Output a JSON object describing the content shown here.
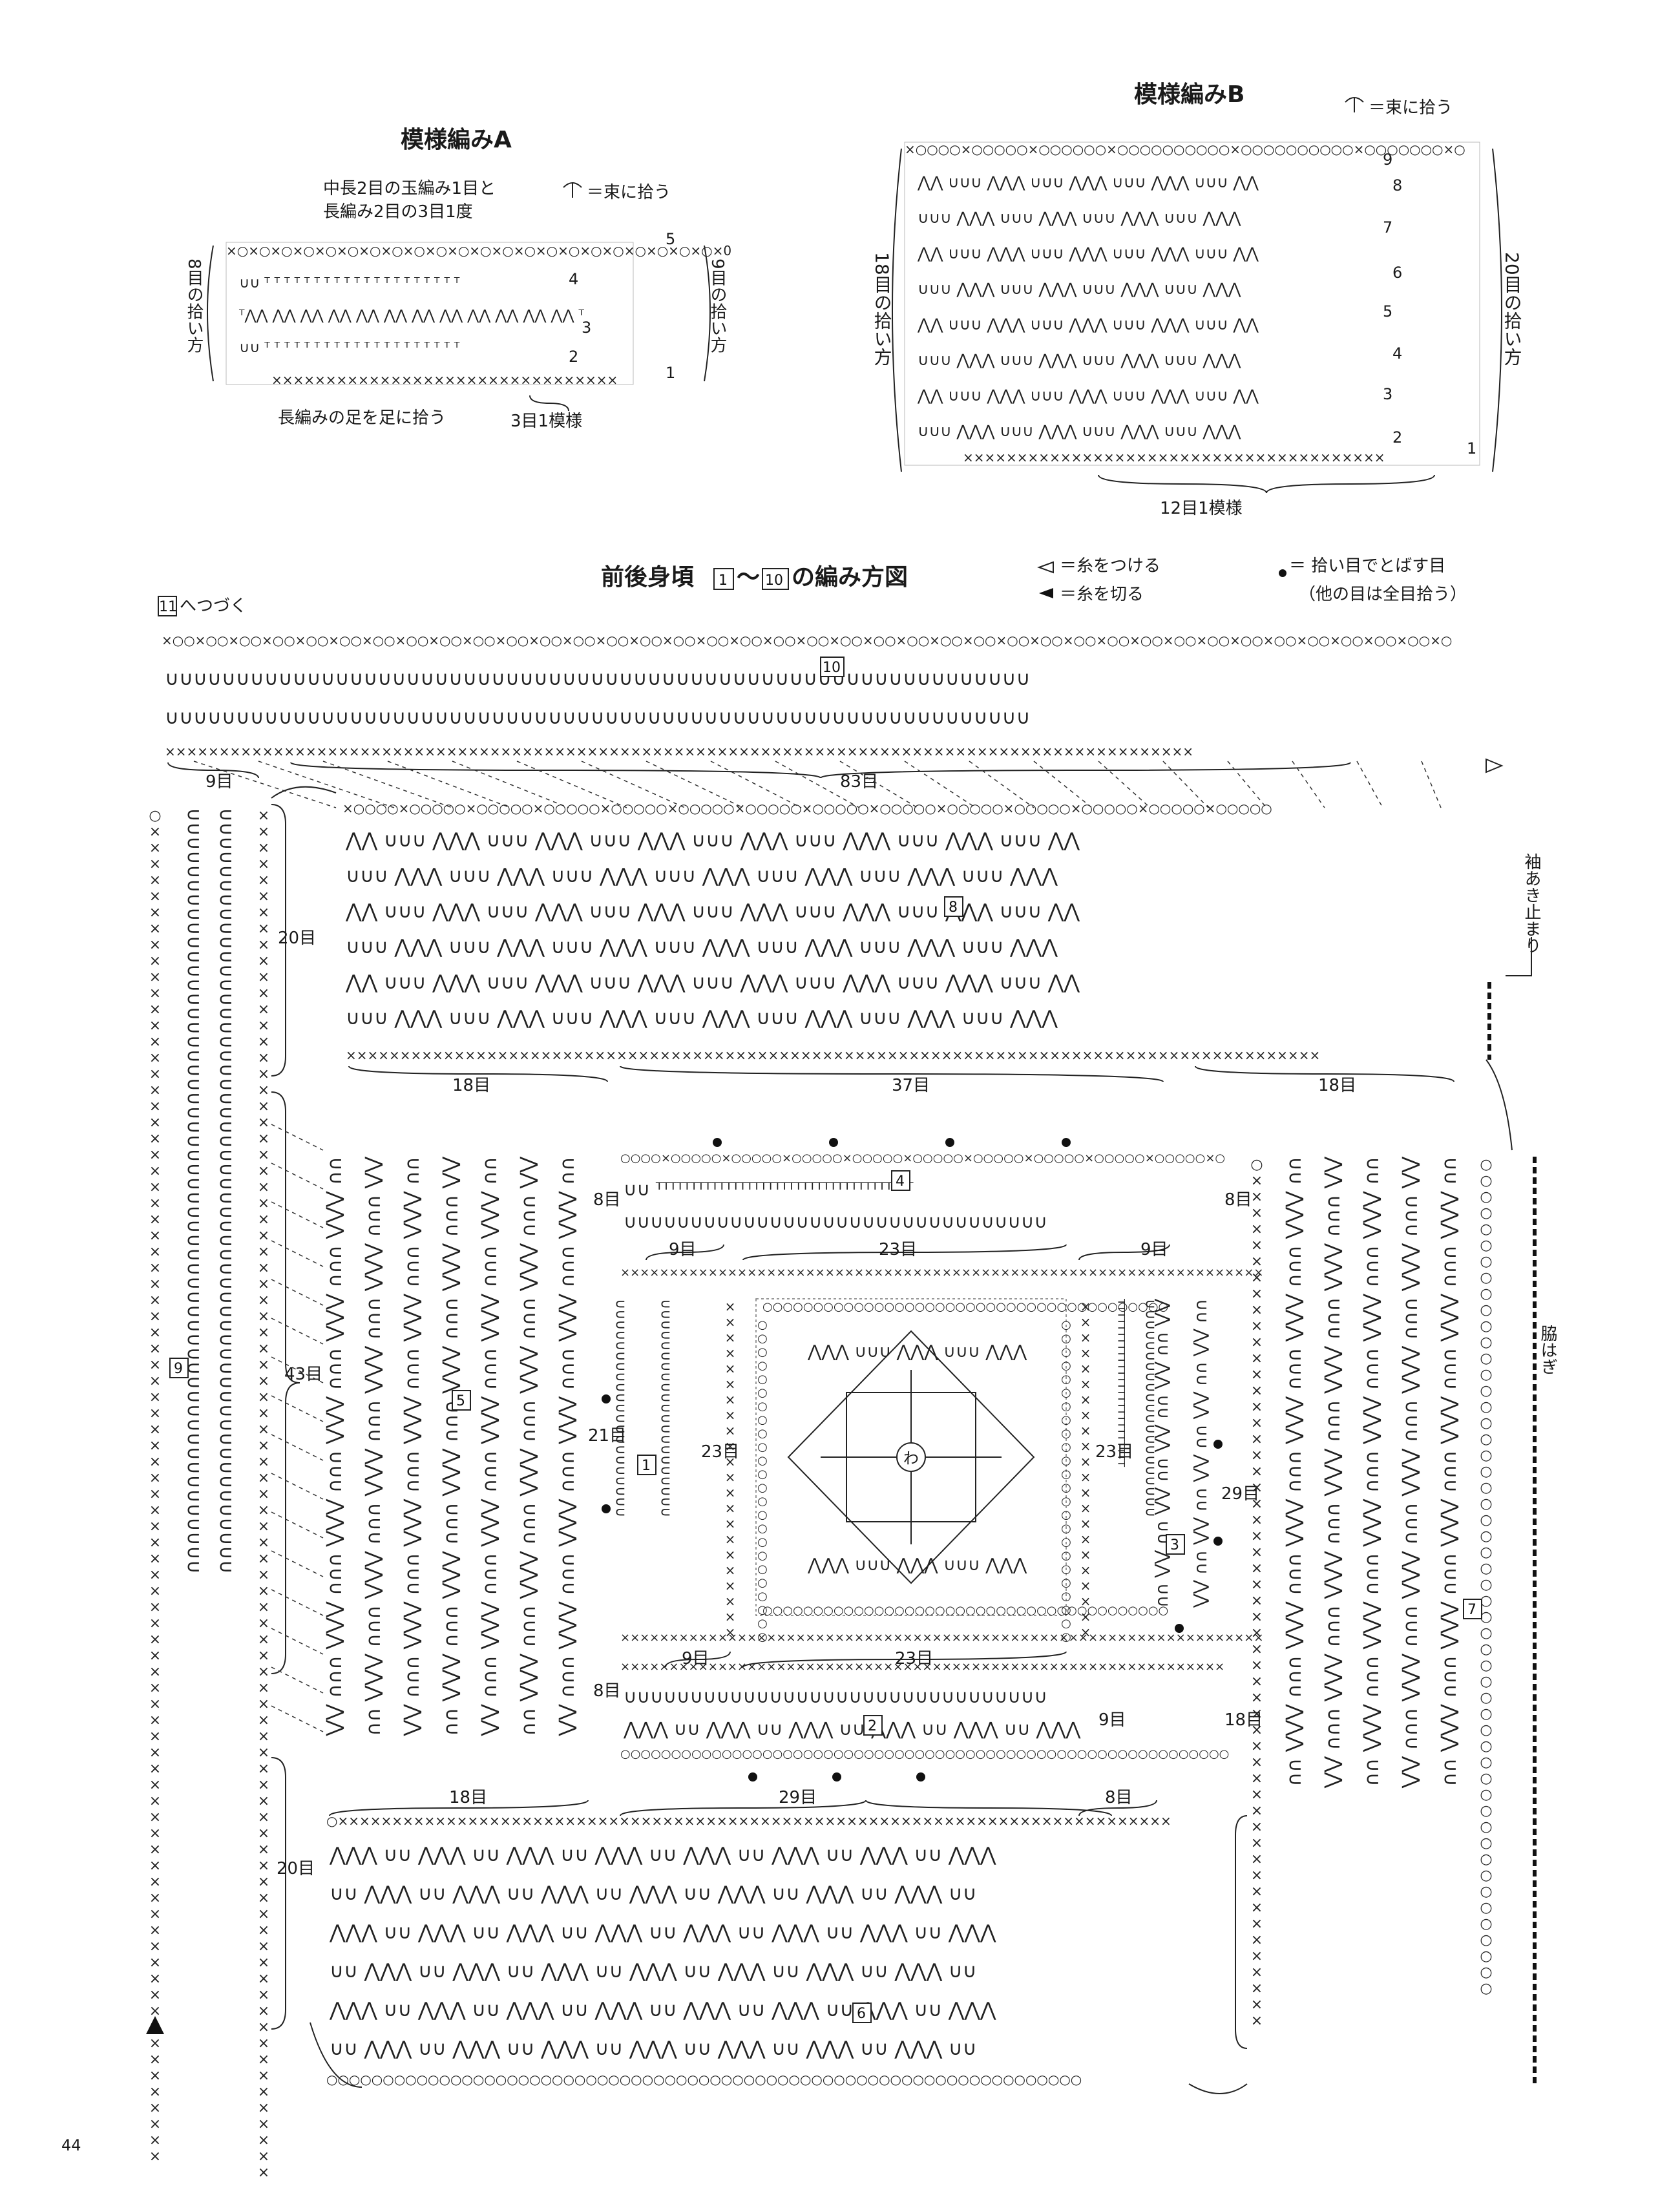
{
  "page_number": "44",
  "pattern_a": {
    "title": "模様編みA",
    "note_line1": "中長2目の玉編み1目と",
    "note_line2": "長編み2目の3目1度",
    "legend": "＝束に拾う",
    "left_pickup": "8目の拾い方",
    "right_pickup": "9目の拾い方",
    "rows": [
      "1",
      "2",
      "3",
      "4",
      "5"
    ],
    "foot_note": "長編みの足を足に拾う",
    "repeat": "3目1模様"
  },
  "pattern_b": {
    "title": "模様編みB",
    "legend": "＝束に拾う",
    "left_pickup": "18目の拾い方",
    "right_pickup": "20目の拾い方",
    "rows": [
      "1",
      "2",
      "3",
      "4",
      "5",
      "6",
      "7",
      "8",
      "9"
    ],
    "repeat": "12目1模様"
  },
  "main": {
    "title_prefix": "前後身頃",
    "title_from": "1",
    "title_sep": "〜",
    "title_to": "10",
    "title_suffix": "の編み方図",
    "legend_attach": "＝糸をつける",
    "legend_cut": "＝糸を切る",
    "legend_skip_line1": "＝ 拾い目でとばす目",
    "legend_skip_line2": "（他の目は全目拾う）",
    "continue_box": "11",
    "continue_text": "へつづく",
    "sleeve_label": "袖あき止まり",
    "side_label": "脇はぎ",
    "sections": [
      "1",
      "2",
      "3",
      "4",
      "5",
      "6",
      "7",
      "8",
      "9",
      "10"
    ],
    "counts": {
      "c9a": "9目",
      "c83": "83目",
      "c20a": "20目",
      "c18a": "18目",
      "c37": "37目",
      "c18b": "18目",
      "c8a": "8目",
      "c8b": "8目",
      "c9b": "9目",
      "c23a": "23目",
      "c9c": "9目",
      "c43": "43目",
      "c21": "21目",
      "c23b": "23目",
      "c23c": "23目",
      "c29a": "29目",
      "c8c": "8目",
      "c9d": "9目",
      "c23d": "23目",
      "c9e": "9目",
      "c18c": "18目",
      "c29b": "29目",
      "c8d": "8目",
      "c20b": "20目",
      "c18d": "18目"
    },
    "center_ring": "わ"
  }
}
